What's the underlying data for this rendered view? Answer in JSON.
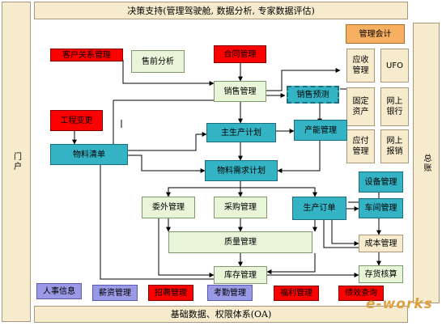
{
  "top_banner": "决策支持(管理驾驶舱, 数据分析, 专家数据评估)",
  "bottom_banner": "基础数据、权限体系(OA)",
  "left_panel": "门户",
  "right_panel": "总账",
  "accounting_header": "管理会计",
  "accounting": {
    "receivable": "应收管理",
    "ufo": "UFO",
    "fixed_assets": "固定资产",
    "online_bank": "网上银行",
    "payable": "应付管理",
    "online_reimburse": "网上报销"
  },
  "modules": {
    "crm": "客户关系管理",
    "presales": "售前分析",
    "contract": "合同管理",
    "sales": "销售管理",
    "forecast": "销售预测",
    "eng_change": "工程变更",
    "bom": "物料清单",
    "mps": "主生产计划",
    "capacity": "产能管理",
    "mrp": "物料需求计划",
    "equipment": "设备管理",
    "outsourcing": "委外管理",
    "purchase": "采购管理",
    "prod_order": "生产订单",
    "workshop": "车间管理",
    "quality": "质量管理",
    "cost": "成本管理",
    "inventory": "库存管理",
    "stock_accounting": "存货核算"
  },
  "hr": [
    "人事信息",
    "薪资管理",
    "招聘管理",
    "考勤管理",
    "福利管理",
    "绩效查询"
  ],
  "logo": "e-works",
  "colors": {
    "tan": "#f6ebcd",
    "red": "#ff0000",
    "green": "#e8f5d8",
    "teal": "#33b3c3",
    "lavender": "#9999e6",
    "orange": "#f7b061"
  }
}
